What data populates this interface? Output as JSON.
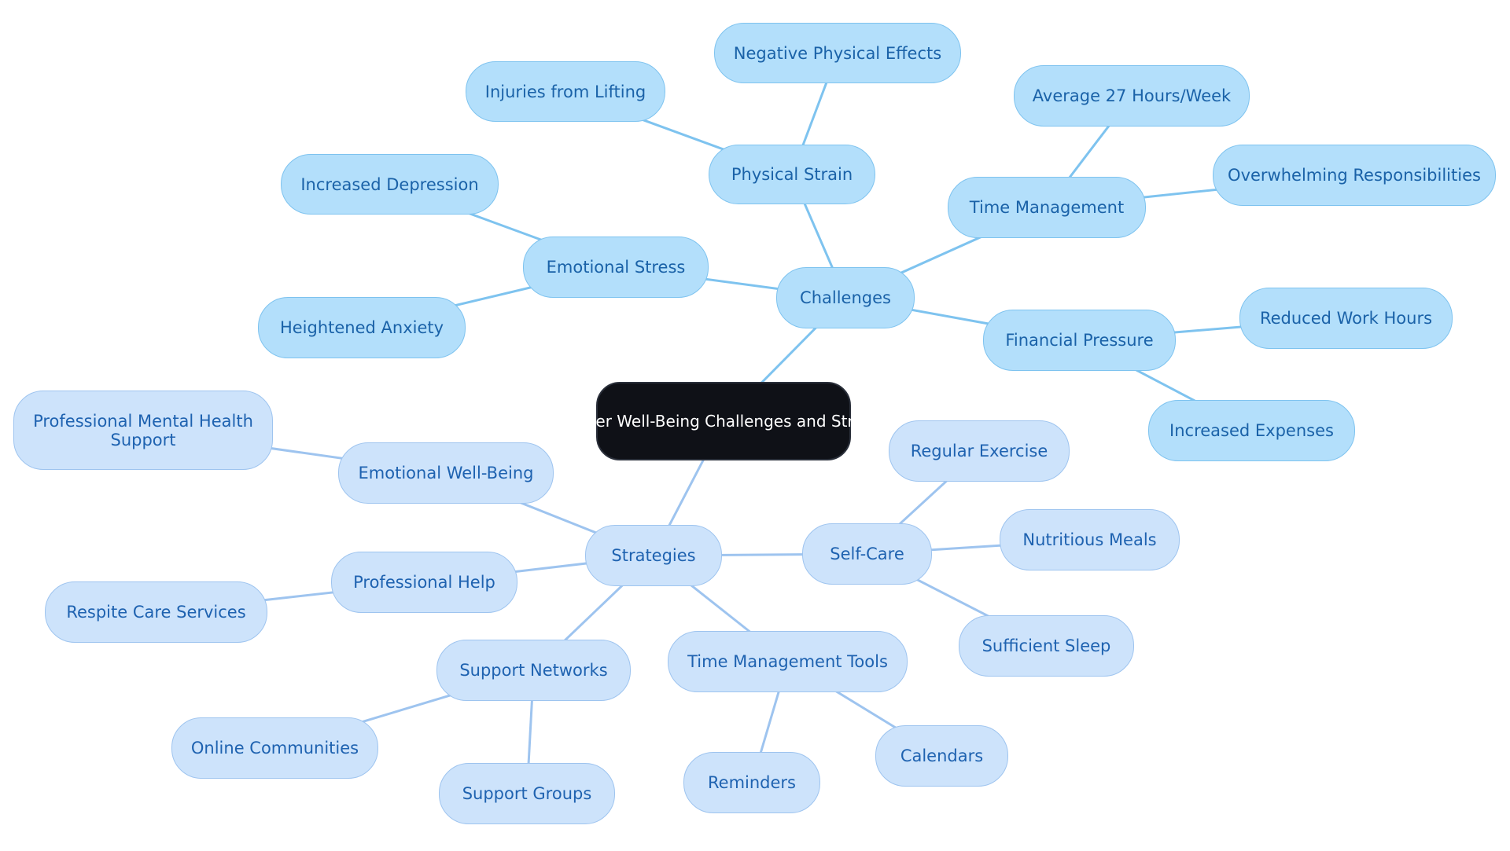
{
  "diagram": {
    "type": "mindmap",
    "root": {
      "id": "root",
      "label": "Caregiver Well-Being Challenges and Strategies"
    },
    "nodes": [
      {
        "id": "challenges",
        "label": "Challenges",
        "parent": "root",
        "group": "challenge"
      },
      {
        "id": "physical-strain",
        "label": "Physical Strain",
        "parent": "challenges",
        "group": "challenge"
      },
      {
        "id": "negative-physical-effects",
        "label": "Negative Physical Effects",
        "parent": "physical-strain",
        "group": "challenge"
      },
      {
        "id": "injuries-from-lifting",
        "label": "Injuries from Lifting",
        "parent": "physical-strain",
        "group": "challenge"
      },
      {
        "id": "emotional-stress",
        "label": "Emotional Stress",
        "parent": "challenges",
        "group": "challenge"
      },
      {
        "id": "increased-depression",
        "label": "Increased Depression",
        "parent": "emotional-stress",
        "group": "challenge"
      },
      {
        "id": "heightened-anxiety",
        "label": "Heightened Anxiety",
        "parent": "emotional-stress",
        "group": "challenge"
      },
      {
        "id": "time-management",
        "label": "Time Management",
        "parent": "challenges",
        "group": "challenge"
      },
      {
        "id": "average-27-hours",
        "label": "Average 27 Hours/Week",
        "parent": "time-management",
        "group": "challenge"
      },
      {
        "id": "overwhelming-responsibilities",
        "label": "Overwhelming Responsibilities",
        "parent": "time-management",
        "group": "challenge"
      },
      {
        "id": "financial-pressure",
        "label": "Financial Pressure",
        "parent": "challenges",
        "group": "challenge"
      },
      {
        "id": "reduced-work-hours",
        "label": "Reduced Work Hours",
        "parent": "financial-pressure",
        "group": "challenge"
      },
      {
        "id": "increased-expenses",
        "label": "Increased Expenses",
        "parent": "financial-pressure",
        "group": "challenge"
      },
      {
        "id": "strategies",
        "label": "Strategies",
        "parent": "root",
        "group": "strategy"
      },
      {
        "id": "emotional-well-being",
        "label": "Emotional Well-Being",
        "parent": "strategies",
        "group": "strategy"
      },
      {
        "id": "professional-mental-health-support",
        "label": "Professional Mental Health Support",
        "parent": "emotional-well-being",
        "group": "strategy"
      },
      {
        "id": "professional-help",
        "label": "Professional Help",
        "parent": "strategies",
        "group": "strategy"
      },
      {
        "id": "respite-care-services",
        "label": "Respite Care Services",
        "parent": "professional-help",
        "group": "strategy"
      },
      {
        "id": "support-networks",
        "label": "Support Networks",
        "parent": "strategies",
        "group": "strategy"
      },
      {
        "id": "online-communities",
        "label": "Online Communities",
        "parent": "support-networks",
        "group": "strategy"
      },
      {
        "id": "support-groups",
        "label": "Support Groups",
        "parent": "support-networks",
        "group": "strategy"
      },
      {
        "id": "time-management-tools",
        "label": "Time Management Tools",
        "parent": "strategies",
        "group": "strategy"
      },
      {
        "id": "reminders",
        "label": "Reminders",
        "parent": "time-management-tools",
        "group": "strategy"
      },
      {
        "id": "calendars",
        "label": "Calendars",
        "parent": "time-management-tools",
        "group": "strategy"
      },
      {
        "id": "self-care",
        "label": "Self-Care",
        "parent": "strategies",
        "group": "strategy"
      },
      {
        "id": "regular-exercise",
        "label": "Regular Exercise",
        "parent": "self-care",
        "group": "strategy"
      },
      {
        "id": "nutritious-meals",
        "label": "Nutritious Meals",
        "parent": "self-care",
        "group": "strategy"
      },
      {
        "id": "sufficient-sleep",
        "label": "Sufficient Sleep",
        "parent": "self-care",
        "group": "strategy"
      }
    ]
  },
  "colors": {
    "root_fill": "#0f1117",
    "challenge_fill": "#b3dffb",
    "challenge_edge": "#7ec3ef",
    "strategy_fill": "#cde3fb",
    "strategy_edge": "#9ec4ef"
  }
}
